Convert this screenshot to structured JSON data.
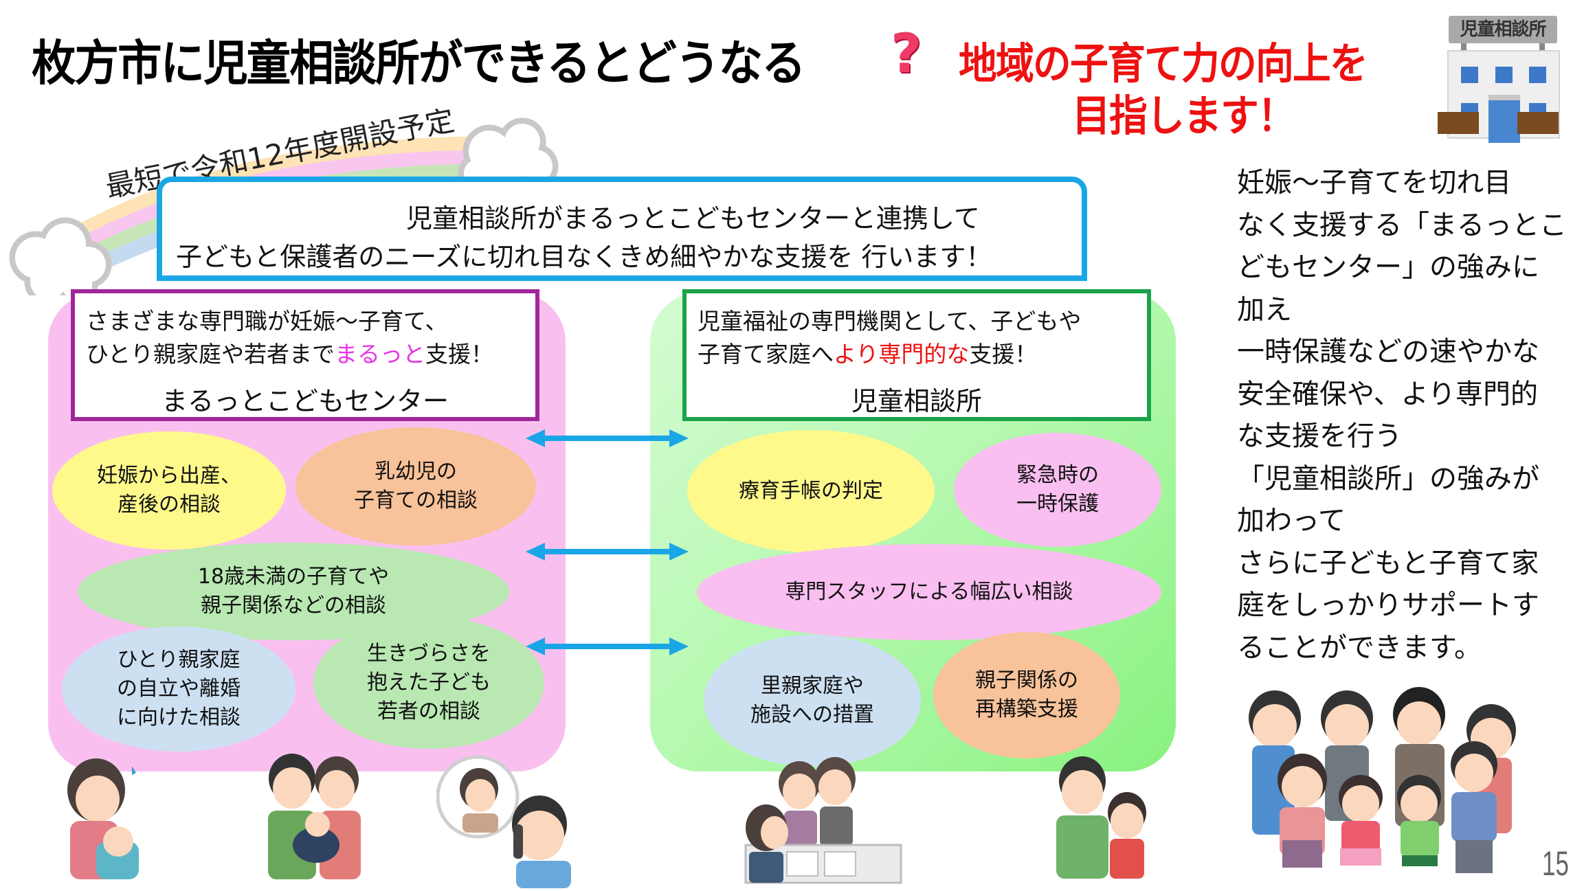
{
  "header": {
    "title": "枚方市に児童相談所ができるとどうなる",
    "question_mark": "?",
    "subtitle_line1": "地域の子育て力の向上を",
    "subtitle_line2": "目指します！",
    "building_sign": "児童相談所"
  },
  "rainbow": {
    "text": "最短で令和12年度開設予定"
  },
  "intro_box": {
    "line1": "児童相談所がまるっとこどもセンターと連携して",
    "line2": "子どもと保護者のニーズに切れ目なくきめ細やかな支援を 行います！"
  },
  "left_panel": {
    "description_line1": "さまざまな専門職が妊娠～子育て、",
    "description_line2_prefix": "ひとり親家庭や若者まで",
    "description_line2_highlight": "まるっと",
    "description_line2_suffix": "支援！",
    "name": "まるっとこどもセンター",
    "items": [
      {
        "line1": "妊娠から出産、",
        "line2": "産後の相談",
        "line3": ""
      },
      {
        "line1": "乳幼児の",
        "line2": "子育ての相談",
        "line3": ""
      },
      {
        "line1": "18歳未満の子育てや",
        "line2": "親子関係などの相談",
        "line3": ""
      },
      {
        "line1": "ひとり親家庭",
        "line2": "の自立や離婚",
        "line3": "に向けた相談"
      },
      {
        "line1": "生きづらさを",
        "line2": "抱えた子ども",
        "line3": "若者の相談"
      }
    ]
  },
  "right_panel": {
    "description_line1": "児童福祉の専門機関として、子どもや",
    "description_line2_prefix": "子育て家庭へ",
    "description_line2_highlight": "より専門的な",
    "description_line2_suffix": "支援！",
    "name": "児童相談所",
    "items": [
      {
        "line1": "療育手帳の判定",
        "line2": ""
      },
      {
        "line1": "緊急時の",
        "line2": "一時保護"
      },
      {
        "line1": "専門スタッフによる幅広い相談",
        "line2": ""
      },
      {
        "line1": "里親家庭や",
        "line2": "施設への措置"
      },
      {
        "line1": "親子関係の",
        "line2": "再構築支援"
      }
    ]
  },
  "side_text": {
    "lines": [
      "妊娠～子育てを切れ目",
      "なく支援する「まるっとこ",
      "どもセンター」の強みに",
      "加え",
      "一時保護などの速やかな",
      "安全確保や、より専門的",
      "な支援を行う",
      "「児童相談所」の強みが",
      "加わって",
      "さらに子どもと子育て家",
      "庭をしっかりサポートす",
      "ることができます。"
    ]
  },
  "page_number": "15",
  "colors": {
    "title_red": "#ee1111",
    "question_pink": "#ee3a64",
    "intro_border": "#1aa6e6",
    "left_border": "#a0279a",
    "right_border": "#1ba24a",
    "left_panel_bg": "#f9c0ef",
    "right_panel_bg": "#b8f9b2",
    "arrow": "#1aa6e6",
    "highlight_magenta": "#e633e6"
  }
}
